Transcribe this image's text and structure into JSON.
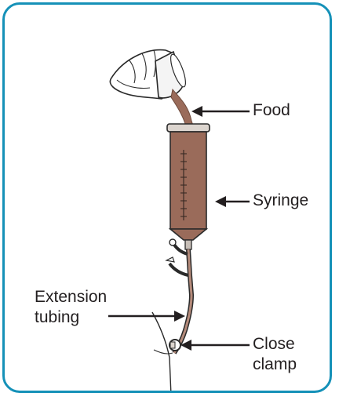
{
  "labels": {
    "food": "Food",
    "syringe": "Syringe",
    "extension_line1": "Extension",
    "extension_line2": "tubing",
    "clamp_line1": "Close",
    "clamp_line2": "clamp"
  },
  "colors": {
    "frame_border": "#1591b8",
    "text": "#231f20",
    "food": "#9a6b5a",
    "ink": "#2a2a2a"
  },
  "icons": [
    "hand-pouring-cup",
    "syringe",
    "extension-tubing",
    "clamp"
  ]
}
